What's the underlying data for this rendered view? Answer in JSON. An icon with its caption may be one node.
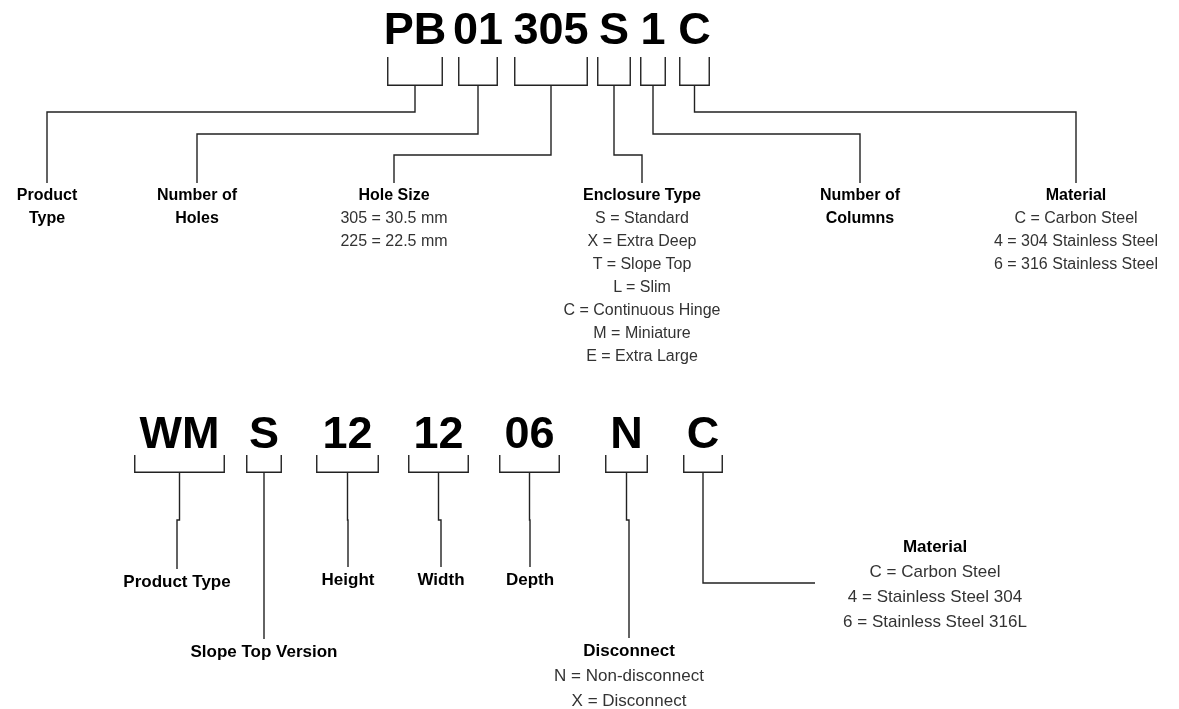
{
  "diagram": {
    "nodes": [
      {
        "text": [
          "PB"
        ]
      },
      {
        "text": [
          "01"
        ]
      },
      {
        "text": [
          "305"
        ]
      },
      {
        "text": [
          "S"
        ]
      },
      {
        "text": [
          "1"
        ]
      },
      {
        "text": [
          "C"
        ]
      },
      {
        "text": [
          "Product Type"
        ]
      },
      {
        "text": [
          "Number of Holes"
        ]
      },
      {
        "text": [
          "Hole Size",
          "305 = 30.5 mm",
          "225 = 22.5 mm"
        ]
      },
      {
        "text": [
          "Enclosure Type",
          "S = Standard",
          "X = Extra Deep",
          "T = Slope Top",
          "L = Slim",
          "C = Continuous Hinge",
          "M = Miniature",
          "E = Extra Large"
        ]
      },
      {
        "text": [
          "Number of Columns"
        ]
      },
      {
        "text": [
          "Material",
          "C = Carbon Steel",
          "4 = 304 Stainless Steel",
          "6 = 316 Stainless Steel"
        ]
      },
      {
        "text": [
          "WM"
        ]
      },
      {
        "text": [
          "S"
        ]
      },
      {
        "text": [
          "12"
        ]
      },
      {
        "text": [
          "12"
        ]
      },
      {
        "text": [
          "06"
        ]
      },
      {
        "text": [
          "N"
        ]
      },
      {
        "text": [
          "C"
        ]
      },
      {
        "text": [
          "Product Type"
        ]
      },
      {
        "text": [
          "Slope Top Version"
        ]
      },
      {
        "text": [
          "Height"
        ]
      },
      {
        "text": [
          "Width"
        ]
      },
      {
        "text": [
          "Depth"
        ]
      },
      {
        "text": [
          "Disconnect",
          "N = Non-disconnect",
          "X = Disconnect"
        ]
      },
      {
        "text": [
          "Material",
          "C = Carbon Steel",
          "4 = Stainless Steel 304",
          "6 = Stainless Steel 316L"
        ]
      }
    ],
    "edges": [
      {
        "from": 0,
        "to": 6,
        "arrow": "none"
      },
      {
        "from": 1,
        "to": 7,
        "arrow": "none"
      },
      {
        "from": 2,
        "to": 8,
        "arrow": "none"
      },
      {
        "from": 3,
        "to": 9,
        "arrow": "none"
      },
      {
        "from": 4,
        "to": 10,
        "arrow": "none"
      },
      {
        "from": 5,
        "to": 11,
        "arrow": "none"
      },
      {
        "from": 12,
        "to": 19,
        "arrow": "none"
      },
      {
        "from": 13,
        "to": 20,
        "arrow": "none"
      },
      {
        "from": 14,
        "to": 21,
        "arrow": "none"
      },
      {
        "from": 15,
        "to": 22,
        "arrow": "none"
      },
      {
        "from": 16,
        "to": 23,
        "arrow": "none"
      },
      {
        "from": 17,
        "to": 24,
        "arrow": "none"
      },
      {
        "from": 18,
        "to": 25,
        "arrow": "none"
      }
    ]
  }
}
